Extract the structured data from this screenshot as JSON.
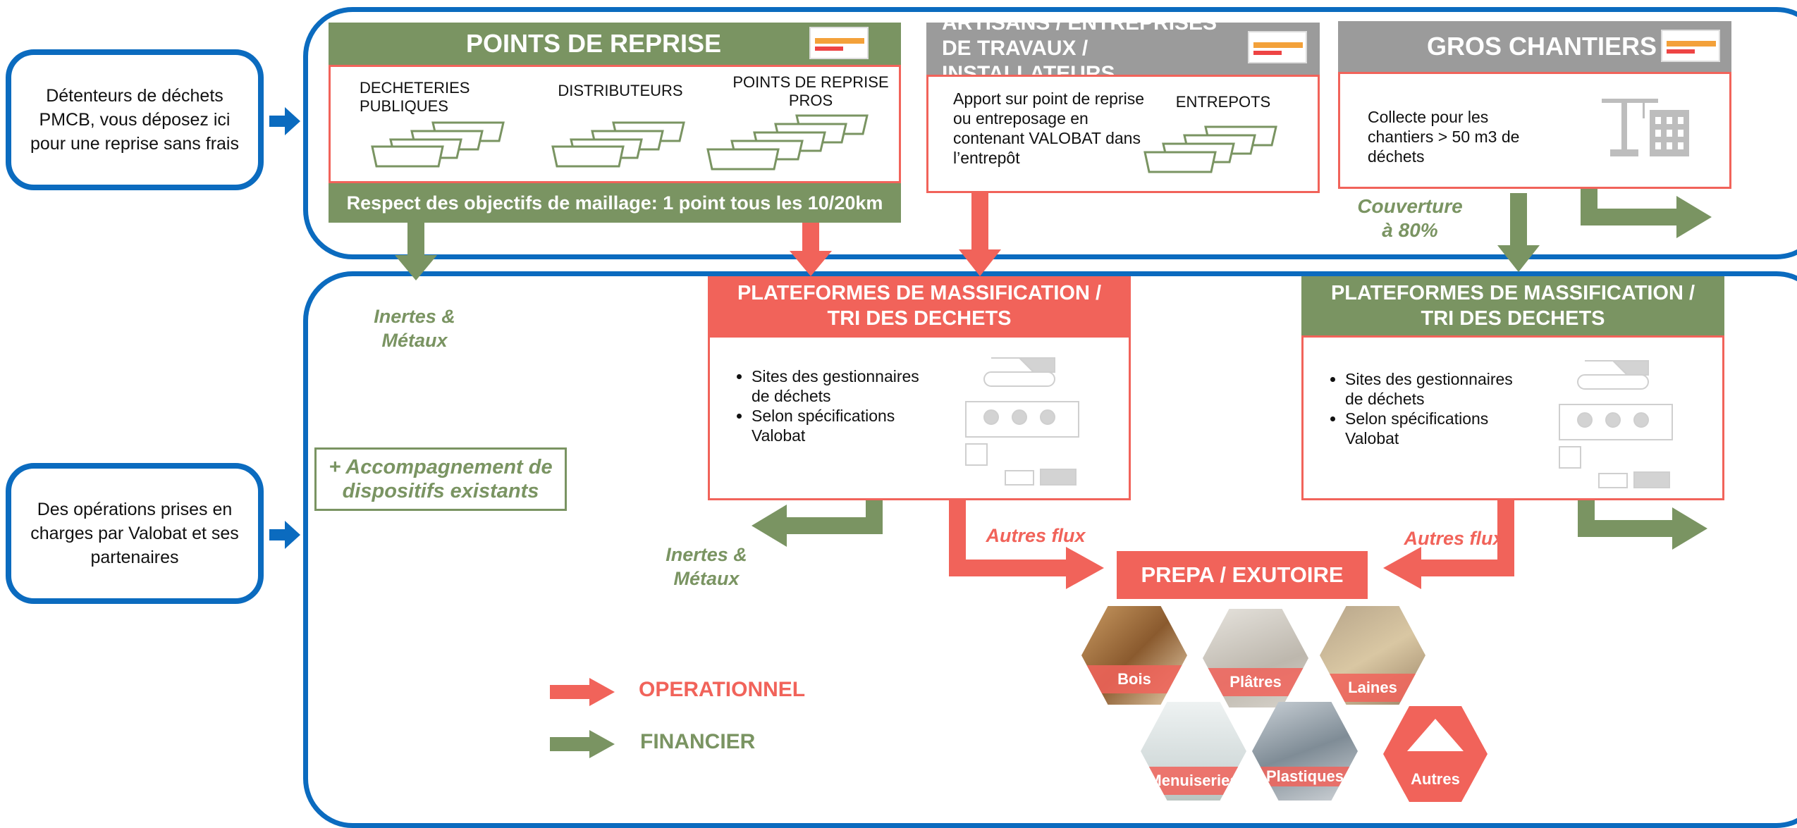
{
  "side_boxes": [
    {
      "text": "Détenteurs de déchets PMCB, vous déposez ici pour une reprise sans frais"
    },
    {
      "text": "Des opérations prises en charges par Valobat et ses partenaires"
    }
  ],
  "points_reprise": {
    "title": "POINTS DE REPRISE",
    "items": [
      "DECHETERIES PUBLIQUES",
      "DISTRIBUTEURS",
      "POINTS DE REPRISE PROS"
    ],
    "footer": "Respect des objectifs de maillage: 1 point tous les 10/20km"
  },
  "artisans": {
    "title": "ARTISANS / ENTREPRISES DE TRAVAUX / INSTALLATEURS",
    "text": "Apport sur point de reprise ou entreposage en contenant VALOBAT dans l’entrepôt",
    "entrepots": "ENTREPOTS"
  },
  "gros_chantiers": {
    "title": "GROS CHANTIERS",
    "text": "Collecte pour les chantiers > 50 m3 de déchets",
    "coverage": "Couverture à 80%"
  },
  "plateforme_left": {
    "title": "PLATEFORMES DE MASSIFICATION / TRI DES DECHETS",
    "bullets": [
      "Sites des gestionnaires de déchets",
      "Selon spécifications Valobat"
    ]
  },
  "plateforme_right": {
    "title": "PLATEFORMES DE MASSIFICATION / TRI DES DECHETS",
    "bullets": [
      "Sites des gestionnaires de déchets",
      "Selon spécifications Valobat"
    ]
  },
  "labels": {
    "inertes_top": "Inertes & Métaux",
    "inertes_mid": "Inertes & Métaux",
    "accompagnement": "+ Accompagnement de dispositifs existants",
    "autres_flux_left": "Autres flux",
    "autres_flux_right": "Autres flux",
    "prepa": "PREPA / EXUTOIRE"
  },
  "hexagons": [
    "Bois",
    "Plâtres",
    "Laines",
    "Menuiseries",
    "Plastiques",
    "Autres"
  ],
  "legend": {
    "operationnel": "OPERATIONNEL",
    "financier": "FINANCIER"
  },
  "colors": {
    "blue": "#0b6bbf",
    "green": "#7a9462",
    "red": "#f1635a",
    "grey": "#9b9b9b"
  }
}
